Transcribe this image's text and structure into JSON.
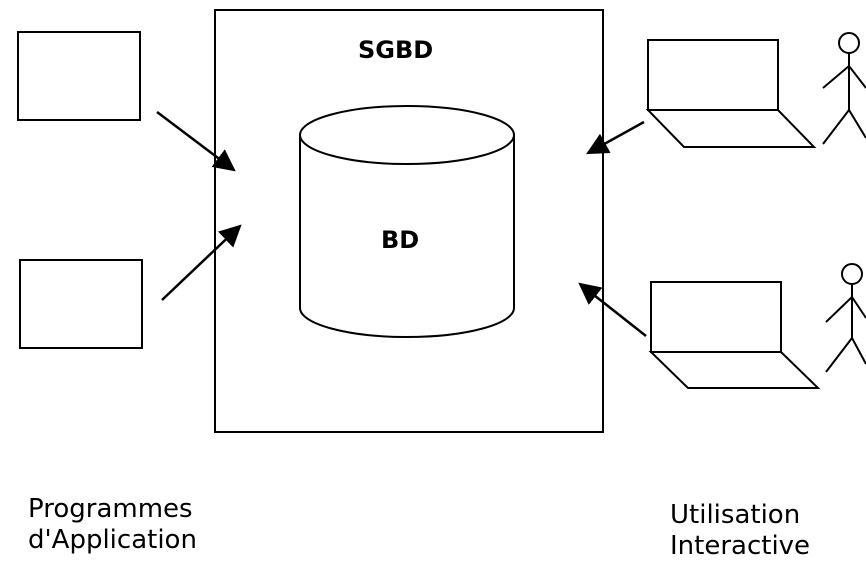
{
  "labels": {
    "system": "SGBD",
    "database": "BD",
    "left_caption_line1": "Programmes",
    "left_caption_line2": "d'Application",
    "right_caption_line1": "Utilisation",
    "right_caption_line2": "Interactive"
  },
  "icons": {
    "application_box": "rectangle-box",
    "database": "cylinder-icon",
    "terminal": "laptop-icon",
    "user": "stick-figure-icon"
  },
  "colors": {
    "stroke": "#000000",
    "background": "#ffffff"
  }
}
